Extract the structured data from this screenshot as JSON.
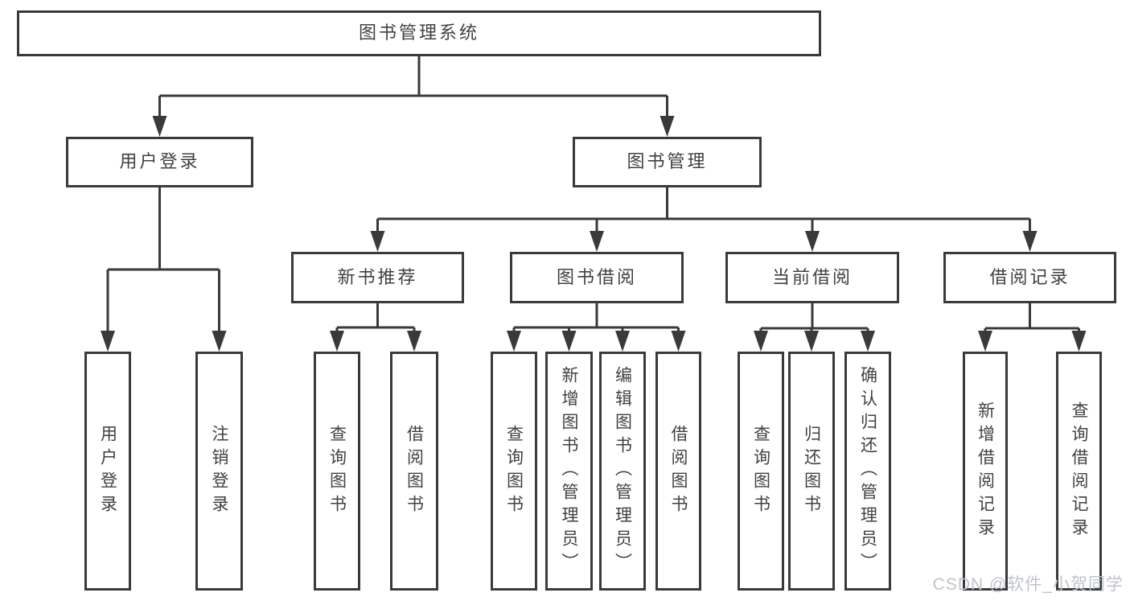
{
  "colors": {
    "background": "#ffffff",
    "line": "#3a3a3a",
    "box_border": "#3a3a3a",
    "text": "#3f4144",
    "watermark": "#bfc3c9"
  },
  "tree": {
    "root": {
      "label": "图书管理系统"
    },
    "children": [
      {
        "label": "用户登录",
        "children": [
          {
            "label": "用户登录"
          },
          {
            "label": "注销登录"
          }
        ]
      },
      {
        "label": "图书管理",
        "children": [
          {
            "label": "新书推荐",
            "children": [
              {
                "label": "查询图书"
              },
              {
                "label": "借阅图书"
              }
            ]
          },
          {
            "label": "图书借阅",
            "children": [
              {
                "label": "查询图书"
              },
              {
                "label": "新增图书（管理员）"
              },
              {
                "label": "编辑图书（管理员）"
              },
              {
                "label": "借阅图书"
              }
            ]
          },
          {
            "label": "当前借阅",
            "children": [
              {
                "label": "查询图书"
              },
              {
                "label": "归还图书"
              },
              {
                "label": "确认归还（管理员）"
              }
            ]
          },
          {
            "label": "借阅记录",
            "children": [
              {
                "label": "新增借阅记录"
              },
              {
                "label": "查询借阅记录"
              }
            ]
          }
        ]
      }
    ]
  },
  "watermark": {
    "text": "CSDN @软件_小贺同学"
  }
}
